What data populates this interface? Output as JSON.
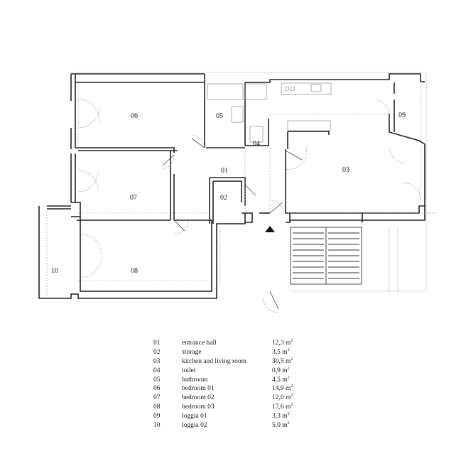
{
  "rooms": [
    {
      "num": "01",
      "name": "entrance hall",
      "area": "12,3 m",
      "unit_sup": "2"
    },
    {
      "num": "02",
      "name": "storage",
      "area": "3,5 m",
      "unit_sup": "2"
    },
    {
      "num": "03",
      "name": "kitchen and living room",
      "area": "30,5 m",
      "unit_sup": "2"
    },
    {
      "num": "04",
      "name": "toilet",
      "area": "0,9 m",
      "unit_sup": "2"
    },
    {
      "num": "05",
      "name": "bathroom",
      "area": "4,5 m",
      "unit_sup": "2"
    },
    {
      "num": "06",
      "name": "bedroom 01",
      "area": "14,9 m",
      "unit_sup": "2"
    },
    {
      "num": "07",
      "name": "bedroom 02",
      "area": "12,0 m",
      "unit_sup": "2"
    },
    {
      "num": "08",
      "name": "bedroom 03",
      "area": "17,6 m",
      "unit_sup": "2"
    },
    {
      "num": "09",
      "name": "loggia 01",
      "area": "3,3 m",
      "unit_sup": "2"
    },
    {
      "num": "10",
      "name": "loggia 02",
      "area": "5,0 m",
      "unit_sup": "2"
    }
  ],
  "plan_labels": {
    "r01": "01",
    "r02": "02",
    "r03": "03",
    "r04": "04",
    "r05": "05",
    "r06": "06",
    "r07": "07",
    "r08": "08",
    "r09": "09",
    "r10": "10"
  },
  "colors": {
    "walls": "#222222",
    "background": "#ffffff",
    "light_lines": "#bdbdbd"
  }
}
